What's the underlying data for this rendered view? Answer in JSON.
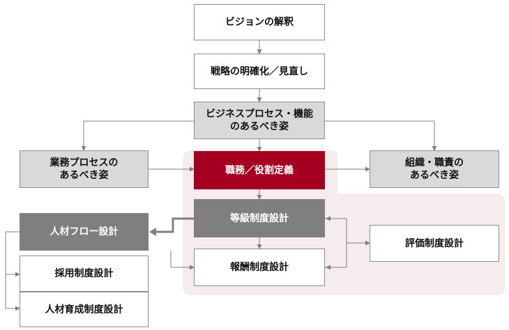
{
  "diagram": {
    "nodes": {
      "vision": "ビジョンの解釈",
      "strategy": "戦略の明確化／見直し",
      "business_function": "ビジネスプロセス・機能\nのあるべき姿",
      "business_process": "業務プロセスの\nあるべき姿",
      "job_role": "職務／役割定義",
      "org_duty": "組織・職責の\nあるべき姿",
      "talent_flow": "人材フロー設計",
      "grade": "等級制度設計",
      "evaluation": "評価制度設計",
      "hiring": "採用制度設計",
      "compensation": "報酬制度設計",
      "talent_development": "人材育成制度設計"
    },
    "colors": {
      "accent_red": "#a50021",
      "dark_gray": "#7f7f7f",
      "light_gray": "#d9d9d9",
      "border": "#8c8c8c",
      "region_fill": "#f4eced"
    }
  }
}
